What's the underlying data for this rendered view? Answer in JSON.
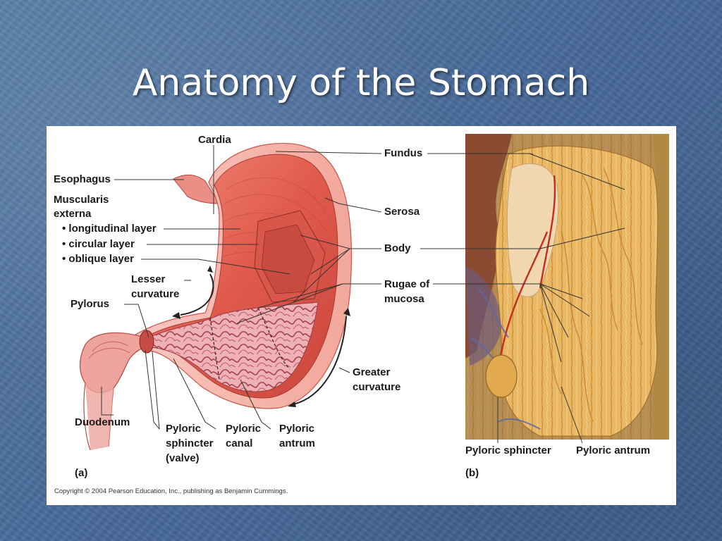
{
  "slide": {
    "title": "Anatomy of the Stomach"
  },
  "figure_a": {
    "panel_label": "(a)",
    "labels": {
      "cardia": "Cardia",
      "esophagus": "Esophagus",
      "muscularis": "Muscularis",
      "externa": "externa",
      "longitudinal": "• longitudinal layer",
      "circular": "• circular layer",
      "oblique": "• oblique layer",
      "lesser_1": "Lesser",
      "lesser_2": "curvature",
      "pylorus": "Pylorus",
      "duodenum": "Duodenum",
      "pyl_sph_1": "Pyloric",
      "pyl_sph_2": "sphincter",
      "pyl_sph_3": "(valve)",
      "pyl_canal_1": "Pyloric",
      "pyl_canal_2": "canal",
      "pyl_antrum_1": "Pyloric",
      "pyl_antrum_2": "antrum",
      "fundus": "Fundus",
      "serosa": "Serosa",
      "body": "Body",
      "rugae_1": "Rugae of",
      "rugae_2": "mucosa",
      "greater_1": "Greater",
      "greater_2": "curvature"
    }
  },
  "figure_b": {
    "panel_label": "(b)",
    "labels": {
      "pyloric_sphincter": "Pyloric sphincter",
      "pyloric_antrum": "Pyloric antrum"
    }
  },
  "copyright": "Copyright © 2004 Pearson Education, Inc., publishing as Benjamin Cummings.",
  "colors": {
    "background": "#4a6f97",
    "title": "#ffffff",
    "stomach_muscle": "#e4655a",
    "mucosa": "#e8a2a8",
    "photo_tissue": "#e8b25a"
  }
}
